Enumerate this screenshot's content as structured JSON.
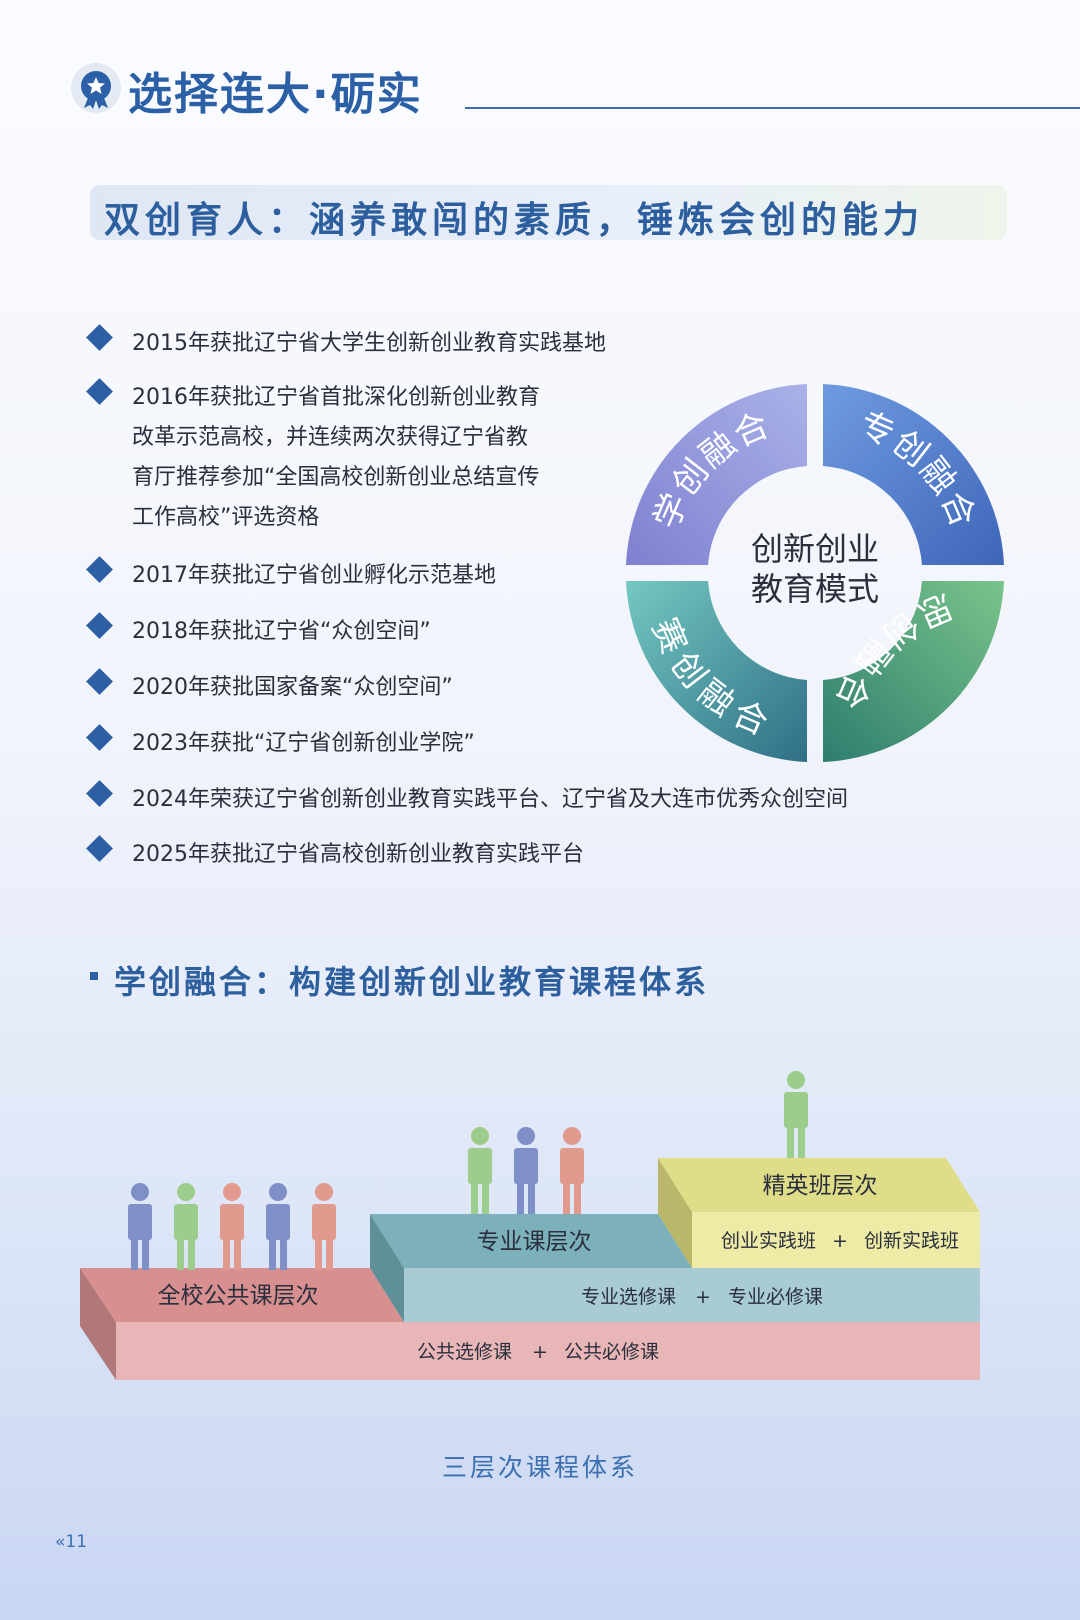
{
  "header": {
    "title": "选择连大·砺实"
  },
  "banner": {
    "text": "双创育人：涵养敢闯的素质，锤炼会创的能力"
  },
  "achievements": [
    {
      "lines": [
        "2015年获批辽宁省大学生创新创业教育实践基地"
      ]
    },
    {
      "lines": [
        "2016年获批辽宁省首批深化创新创业教育",
        "改革示范高校，并连续两次获得辽宁省教",
        "育厅推荐参加“全国高校创新创业总结宣传",
        "工作高校”评选资格"
      ]
    },
    {
      "lines": [
        "2017年获批辽宁省创业孵化示范基地"
      ]
    },
    {
      "lines": [
        "2018年获批辽宁省“众创空间”"
      ]
    },
    {
      "lines": [
        "2020年获批国家备案“众创空间”"
      ]
    },
    {
      "lines": [
        "2023年获批“辽宁省创新创业学院”"
      ]
    },
    {
      "lines": [
        "2024年荣获辽宁省创新创业教育实践平台、辽宁省及大连市优秀众创空间"
      ]
    },
    {
      "lines": [
        "2025年获批辽宁省高校创新创业教育实践平台"
      ]
    }
  ],
  "model": {
    "center": [
      "创新创业",
      "教育模式"
    ],
    "segments": [
      "学创融合",
      "专创融合",
      "思创融合",
      "赛创融合"
    ],
    "colors": [
      "#8b8fd6",
      "#4d7cc8",
      "#3f9b8a",
      "#3f8f9a"
    ]
  },
  "section": {
    "title": "学创融合：构建创新创业教育课程体系"
  },
  "tiers": {
    "public": {
      "label": "全校公共课层次",
      "course_a": "公共选修课",
      "course_b": "公共必修课"
    },
    "major": {
      "label": "专业课层次",
      "course_a": "专业选修课",
      "course_b": "专业必修课"
    },
    "elite": {
      "label": "精英班层次",
      "course_a": "创业实践班",
      "course_b": "创新实践班"
    },
    "plus": "+"
  },
  "caption": "三层次课程体系",
  "page_number": "11"
}
